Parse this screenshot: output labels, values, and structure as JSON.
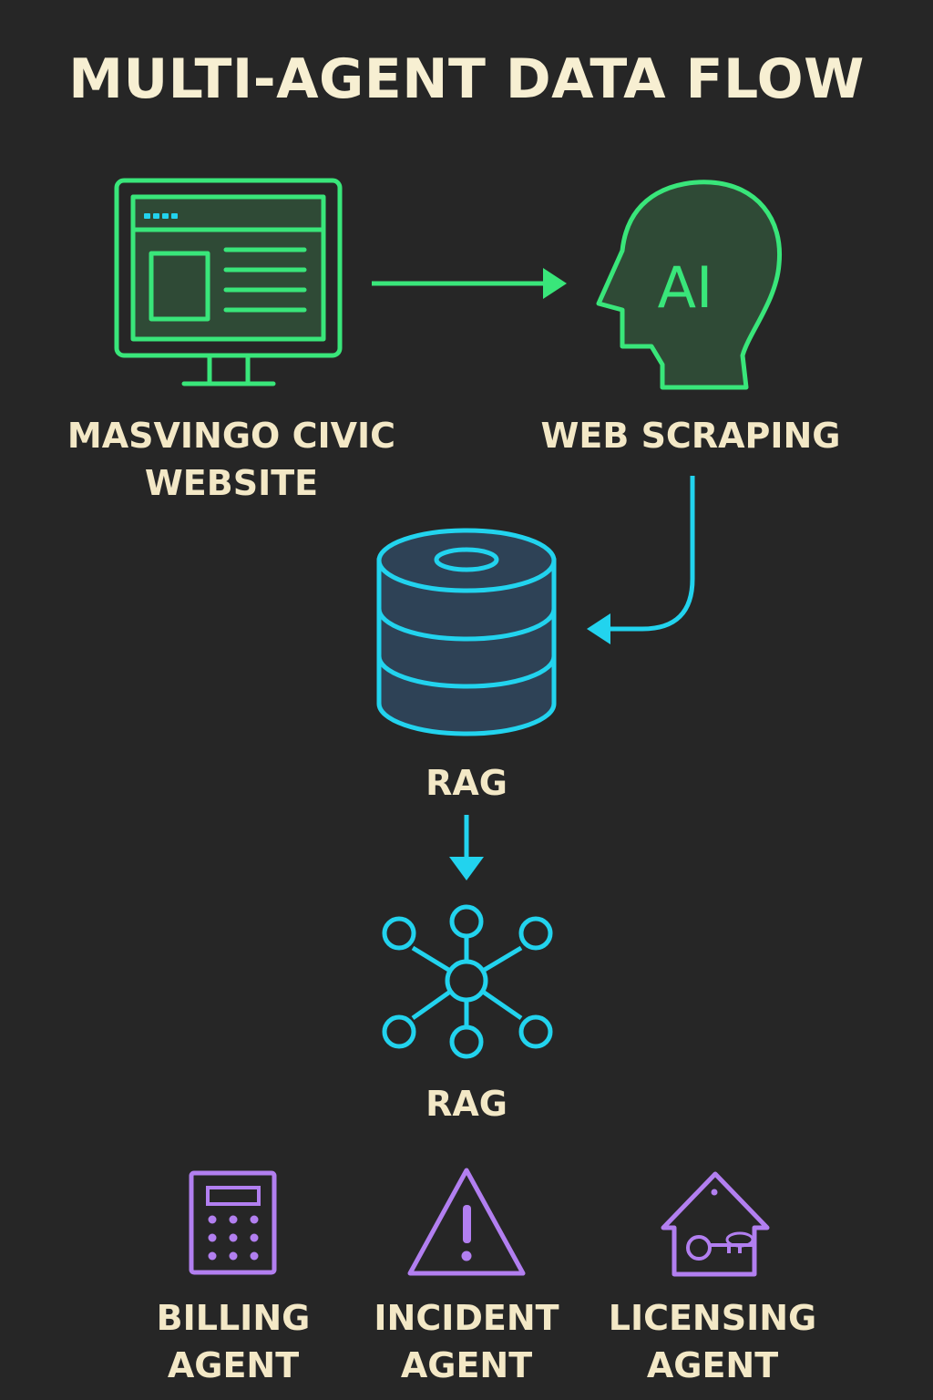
{
  "title": "MULTI-AGENT DATA FLOW",
  "nodes": {
    "website": {
      "label": "MASVINGO CIVIC\nWEBSITE",
      "icon": "computer-monitor-icon"
    },
    "scraping": {
      "label": "WEB SCRAPING",
      "icon": "ai-head-icon",
      "icon_text": "AI"
    },
    "database": {
      "label": "RAG",
      "icon": "database-icon"
    },
    "network": {
      "label": "RAG",
      "icon": "network-hub-icon"
    }
  },
  "agents": [
    {
      "label": "BILLING\nAGENT",
      "icon": "calculator-icon"
    },
    {
      "label": "INCIDENT\nAGENT",
      "icon": "warning-triangle-icon"
    },
    {
      "label": "LICENSING\nAGENT",
      "icon": "house-key-icon"
    }
  ],
  "colors": {
    "background": "#262626",
    "text": "#f3e8c6",
    "green": "#39e67a",
    "cyan": "#22d3ee",
    "purple": "#b27ff0",
    "fill_green": "#2f4a36",
    "fill_slate": "#2e4256"
  }
}
